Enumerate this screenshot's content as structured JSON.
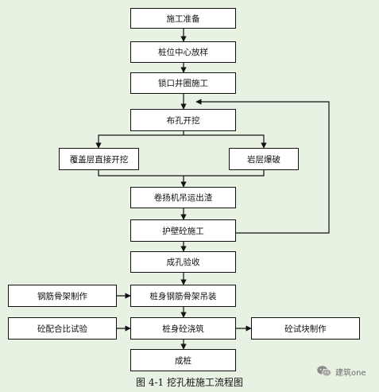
{
  "flowchart": {
    "nodes": {
      "prep": "施工准备",
      "pile_center": "桩位中心放样",
      "collar": "锁口井圈施工",
      "layout_holes": "布孔开挖",
      "overburden": "覆盖层直接开挖",
      "rock_blast": "岩层爆破",
      "hoist": "卷扬机吊运出渣",
      "wall_concrete": "护壁砼施工",
      "hole_inspection": "成孔验收",
      "rebar_fabrication": "钢筋骨架制作",
      "rebar_hoisting": "桩身钢筋骨架吊装",
      "mix_test": "砼配合比试验",
      "pile_pour": "桩身砼浇筑",
      "test_blocks": "砼试块制作",
      "pile_done": "成桩"
    },
    "caption": "图 4-1   挖孔桩施工流程图"
  },
  "watermark": {
    "text": "建筑one",
    "icon": "wechat-icon"
  }
}
